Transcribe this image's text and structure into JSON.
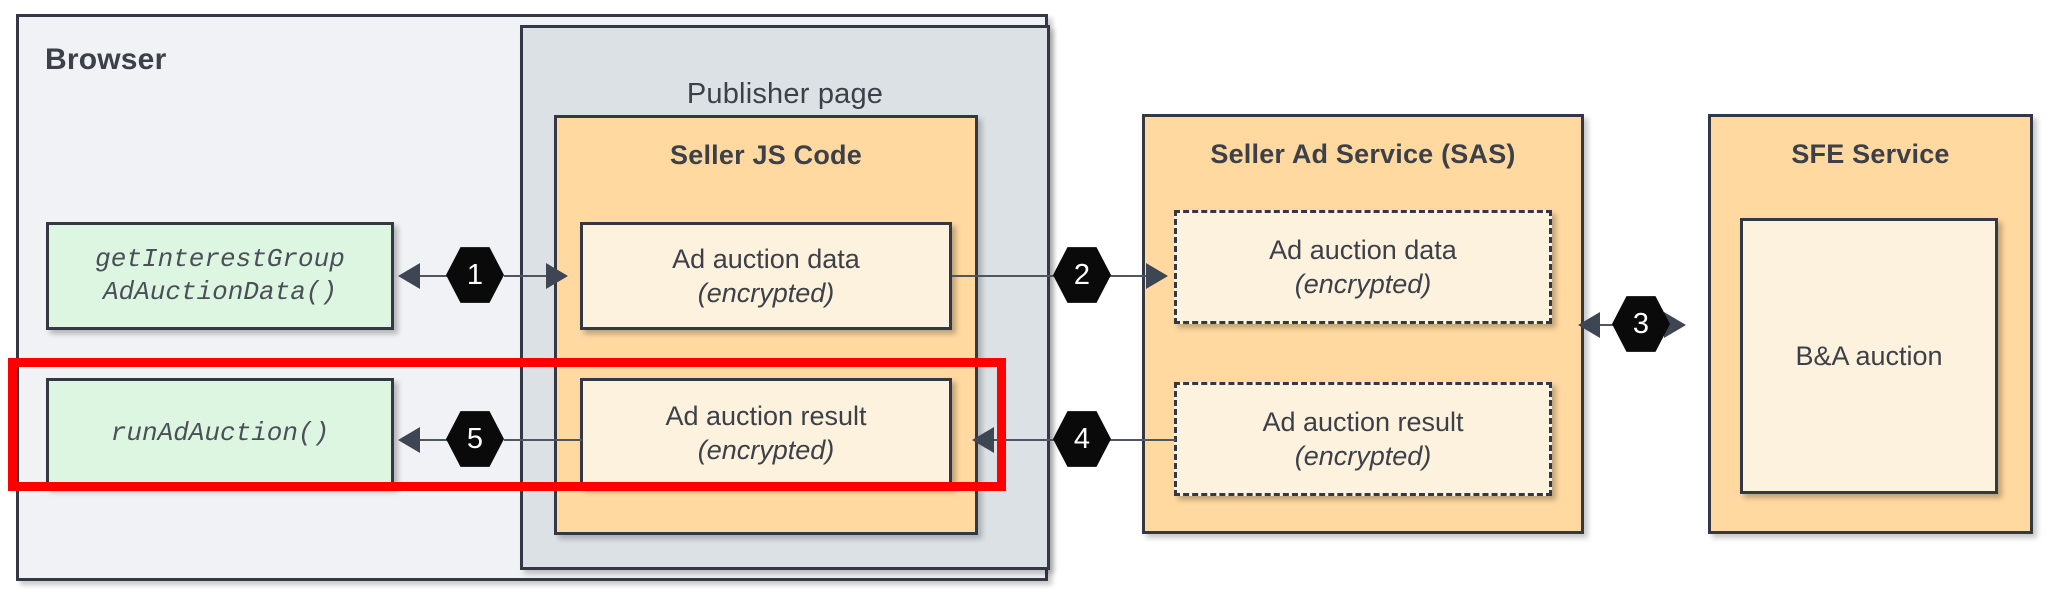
{
  "diagram": {
    "title": "Protected Audience Bidding & Auction (B&A) flow",
    "colors": {
      "browser_bg": "#f0f2f5",
      "publisher_bg": "#dce1e6",
      "service_bg": "#ffd9a0",
      "inner_box_bg": "#fdf2dd",
      "api_box_bg": "#ddf6e2",
      "border": "#333844",
      "highlight": "#ff0000",
      "badge_bg": "#0a0a0a",
      "badge_text": "#ffffff"
    }
  },
  "browser": {
    "label": "Browser",
    "api_calls": [
      {
        "name": "get-interest-group-ad-auction-data",
        "label": "getInterestGroup\nAdAuctionData()"
      },
      {
        "name": "run-ad-auction",
        "label": "runAdAuction()"
      }
    ]
  },
  "publisher_page": {
    "label": "Publisher page"
  },
  "seller_js": {
    "label": "Seller JS Code",
    "boxes": [
      {
        "line1": "Ad auction data",
        "line2": "(encrypted)"
      },
      {
        "line1": "Ad auction result",
        "line2": "(encrypted)"
      }
    ]
  },
  "seller_ad_service": {
    "label": "Seller Ad Service (SAS)",
    "boxes": [
      {
        "line1": "Ad auction data",
        "line2": "(encrypted)"
      },
      {
        "line1": "Ad auction result",
        "line2": "(encrypted)"
      }
    ]
  },
  "sfe_service": {
    "label": "SFE Service",
    "boxes": [
      {
        "line1": "B&A auction"
      }
    ]
  },
  "steps": [
    {
      "number": "1",
      "from": "Seller JS Code",
      "to": "getInterestGroupAdAuctionData()"
    },
    {
      "number": "2",
      "from": "Seller JS Code",
      "to": "Seller Ad Service (SAS)"
    },
    {
      "number": "3",
      "from": "Seller Ad Service (SAS)",
      "to": "SFE Service"
    },
    {
      "number": "4",
      "from": "Seller Ad Service (SAS)",
      "to": "Seller JS Code"
    },
    {
      "number": "5",
      "from": "Ad auction result",
      "to": "runAdAuction()"
    }
  ],
  "highlight": {
    "name": "red-highlight-region",
    "covers": "runAdAuction() and Ad auction result (encrypted)"
  }
}
